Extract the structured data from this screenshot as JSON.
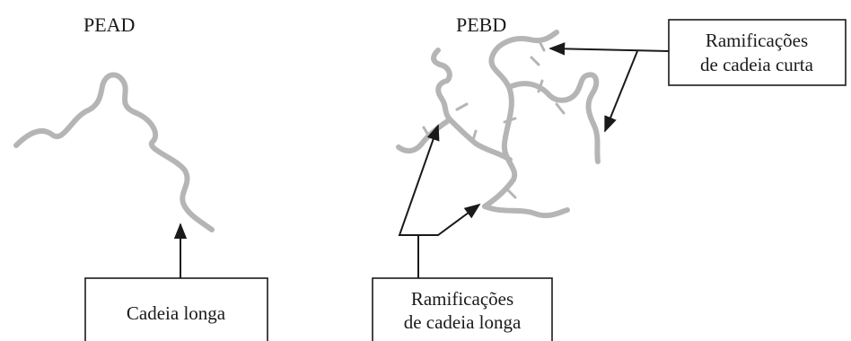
{
  "labels": {
    "hdpe_title": "PEAD",
    "ldpe_title": "PEBD",
    "long_chain": "Cadeia longa",
    "long_branches_line1": "Ramificações",
    "long_branches_line2": "de cadeia longa",
    "short_branches_line1": "Ramificações",
    "short_branches_line2": "de cadeia curta"
  },
  "colors": {
    "chain": "#b5b5b5",
    "line": "#1a1a1a"
  }
}
